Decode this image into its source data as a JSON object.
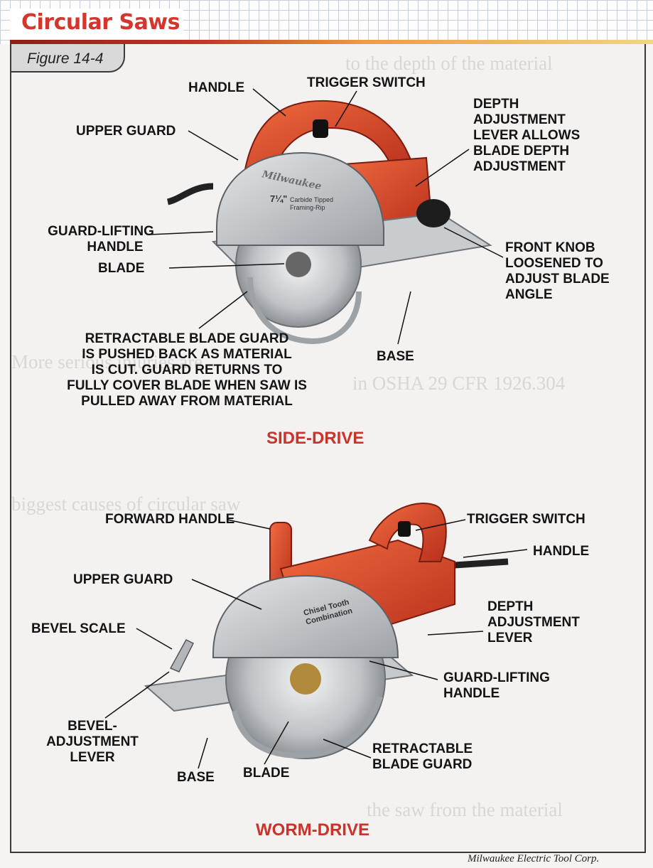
{
  "header": {
    "title": "Circular Saws",
    "figure_label": "Figure 14-4"
  },
  "colors": {
    "title_red": "#d5362c",
    "drive_red": "#c9332a",
    "saw_orange": "#d9452a",
    "guard_silver": "#c8ccd0"
  },
  "side_drive": {
    "title": "SIDE-DRIVE",
    "labels": {
      "handle": "HANDLE",
      "trigger_switch": "TRIGGER SWITCH",
      "depth_adjustment": [
        "DEPTH",
        "ADJUSTMENT",
        "LEVER ALLOWS",
        "BLADE DEPTH",
        "ADJUSTMENT"
      ],
      "upper_guard": "UPPER GUARD",
      "guard_lifting_handle": [
        "GUARD-LIFTING",
        "HANDLE"
      ],
      "blade": "BLADE",
      "front_knob": [
        "FRONT KNOB",
        "LOOSENED TO",
        "ADJUST BLADE",
        "ANGLE"
      ],
      "retractable_guard": [
        "RETRACTABLE BLADE GUARD",
        "IS PUSHED BACK AS MATERIAL",
        "IS CUT. GUARD RETURNS TO",
        "FULLY COVER BLADE WHEN SAW IS",
        "PULLED AWAY FROM MATERIAL"
      ],
      "base": "BASE"
    }
  },
  "worm_drive": {
    "title": "WORM-DRIVE",
    "labels": {
      "forward_handle": "FORWARD HANDLE",
      "trigger_switch": "TRIGGER SWITCH",
      "handle": "HANDLE",
      "upper_guard": "UPPER GUARD",
      "depth_adjustment_lever": [
        "DEPTH",
        "ADJUSTMENT",
        "LEVER"
      ],
      "bevel_scale": "BEVEL SCALE",
      "guard_lifting_handle": [
        "GUARD-LIFTING",
        "HANDLE"
      ],
      "bevel_adjustment_lever": [
        "BEVEL-",
        "ADJUSTMENT",
        "LEVER"
      ],
      "retractable_blade_guard": [
        "RETRACTABLE",
        "BLADE GUARD"
      ],
      "base": "BASE",
      "blade": "BLADE"
    }
  },
  "saw_markings": {
    "side_brand": "Milwaukee",
    "side_blade_size": "7¼\"",
    "side_blade_text": "Carbide Tipped Framing-Rip",
    "worm_blade_text": "Chisel Tooth Combination"
  },
  "credit": "Milwaukee Electric Tool Corp."
}
